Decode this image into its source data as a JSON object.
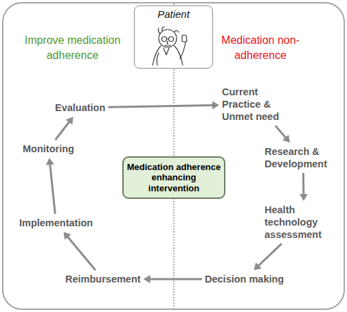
{
  "diagram": {
    "nodes": [
      {
        "text": [
          "Patient"
        ]
      },
      {
        "text": [
          "Current Practice & Unmet need"
        ]
      },
      {
        "text": [
          "Research & Development"
        ]
      },
      {
        "text": [
          "Health technology assessment"
        ]
      },
      {
        "text": [
          "Decision making"
        ]
      },
      {
        "text": [
          "Reimbursement"
        ]
      },
      {
        "text": [
          "Implementation"
        ]
      },
      {
        "text": [
          "Monitoring"
        ]
      },
      {
        "text": [
          "Evaluation"
        ]
      },
      {
        "text": [
          "Medication adherence enhancing intervention"
        ]
      }
    ],
    "edges": [
      {
        "from": 8,
        "to": 1,
        "arrow": "to"
      },
      {
        "from": 1,
        "to": 2,
        "arrow": "to"
      },
      {
        "from": 2,
        "to": 3,
        "arrow": "to"
      },
      {
        "from": 3,
        "to": 4,
        "arrow": "to"
      },
      {
        "from": 4,
        "to": 5,
        "arrow": "to"
      },
      {
        "from": 5,
        "to": 6,
        "arrow": "to"
      },
      {
        "from": 6,
        "to": 7,
        "arrow": "to"
      },
      {
        "from": 7,
        "to": 8,
        "arrow": "to"
      }
    ],
    "labels": [
      "Improve medication adherence",
      "Medication non-adherence"
    ]
  }
}
